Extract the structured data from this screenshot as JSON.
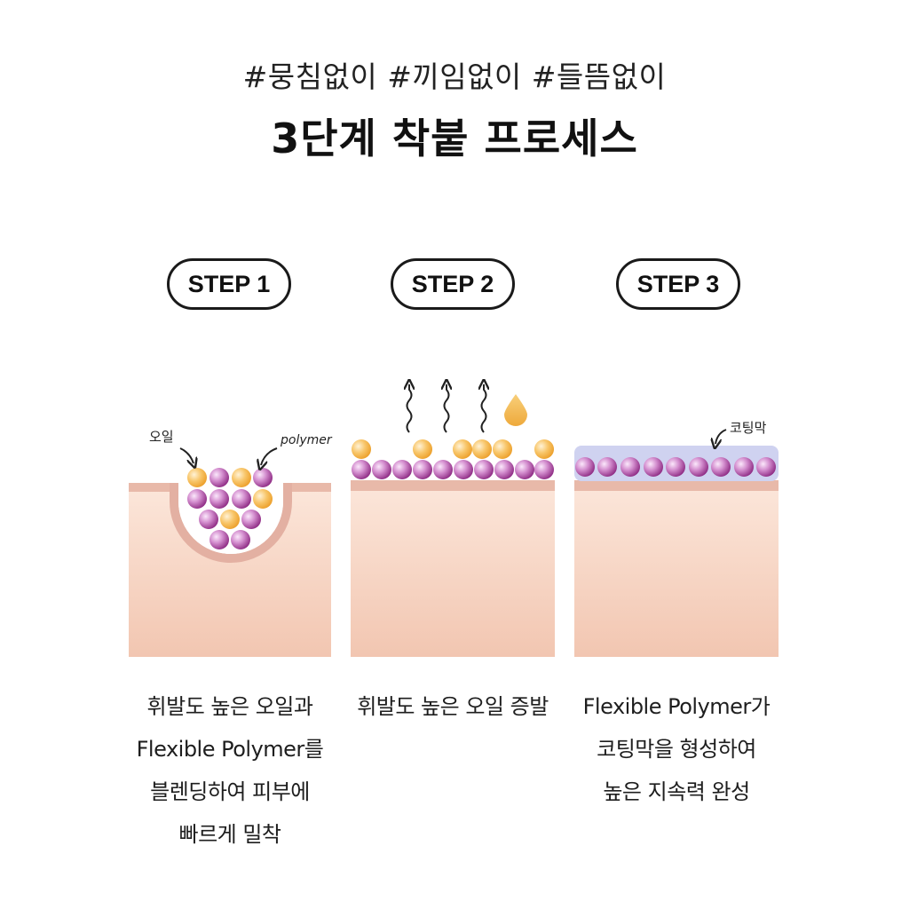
{
  "header": {
    "hashtags": "#뭉침없이 #끼임없이 #들뜸없이",
    "title": "3단계 착붙 프로세스"
  },
  "steps": [
    {
      "label": "STEP 1",
      "desc": [
        "휘발도 높은 오일과",
        "Flexible Polymer를",
        "블렌딩하여 피부에",
        "빠르게 밀착"
      ]
    },
    {
      "label": "STEP 2",
      "desc": [
        "휘발도 높은 오일 증발"
      ]
    },
    {
      "label": "STEP 3",
      "desc": [
        "Flexible Polymer가",
        "코팅막을 형성하여",
        "높은 지속력 완성"
      ]
    }
  ],
  "annotations": {
    "oil": "오일",
    "polymer": "polymer",
    "coating": "코팅막"
  },
  "colors": {
    "skin_top": "#fbe5d8",
    "skin_bottom": "#f2c8b3",
    "skin_line": "#e3b3a4",
    "oil": "#f4b54a",
    "polymer": "#a43f96",
    "coating": "#cdd0ef"
  }
}
